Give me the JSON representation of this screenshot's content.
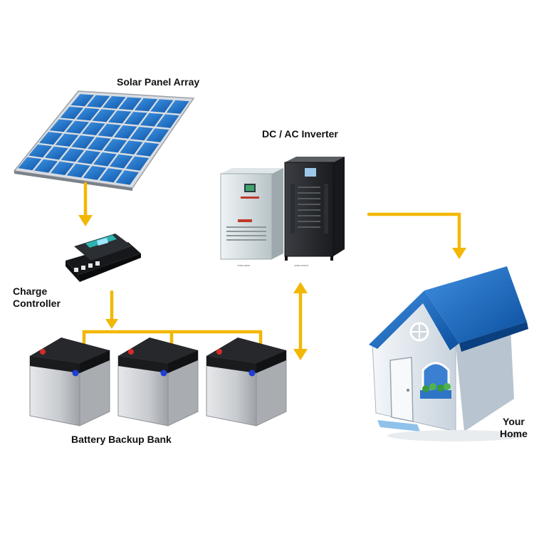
{
  "labels": {
    "solar_panel_array": "Solar Panel Array",
    "dc_ac_inverter": "DC / AC Inverter",
    "charge_controller_line1": "Charge",
    "charge_controller_line2": "Controller",
    "battery_backup_bank": "Battery Backup Bank",
    "your_home_line1": "Your",
    "your_home_line2": "Home"
  },
  "colors": {
    "connector": "#f2b705",
    "panel_cell": "#1f74c9",
    "panel_frame": "#d9dde2",
    "battery_top": "#222222",
    "battery_body": "#c9ccd0",
    "roof": "#1668c4",
    "house_wall": "#e8edf2"
  },
  "icons": {
    "solar": "solar-panel-icon",
    "inverter": "inverter-cabinet-icon",
    "controller": "charge-controller-icon",
    "battery": "battery-icon",
    "home": "house-icon"
  }
}
